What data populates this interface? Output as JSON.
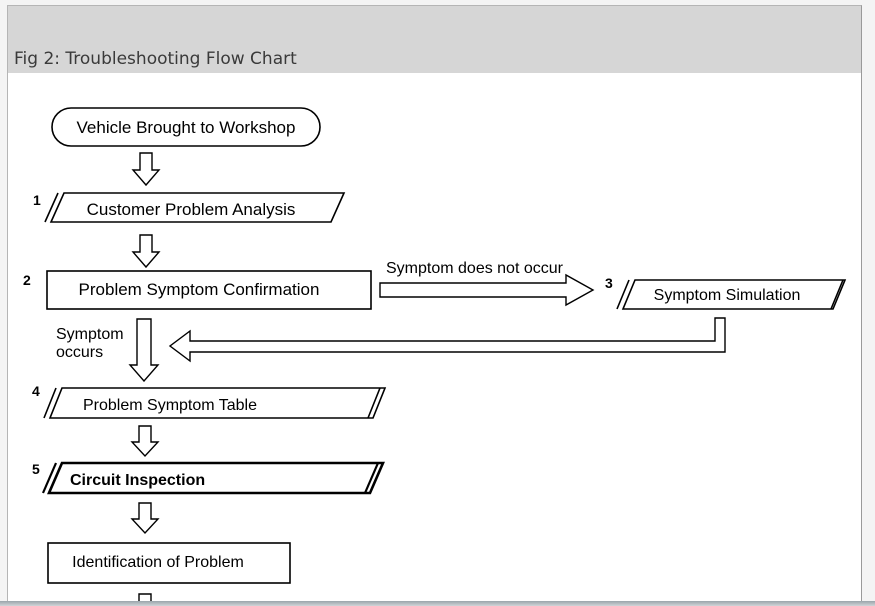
{
  "figure": {
    "caption": "Fig 2: Troubleshooting Flow Chart"
  },
  "flowchart": {
    "start": {
      "label": "Vehicle Brought to Workshop"
    },
    "steps": [
      {
        "number": "1",
        "label": "Customer Problem Analysis"
      },
      {
        "number": "2",
        "label": "Problem Symptom Confirmation"
      },
      {
        "number": "3",
        "label": "Symptom Simulation"
      },
      {
        "number": "4",
        "label": "Problem Symptom Table"
      },
      {
        "number": "5",
        "label": "Circuit Inspection"
      }
    ],
    "identification": {
      "label": "Identification of Problem"
    },
    "edges": {
      "not_occur": "Symptom does not occur",
      "occurs_line1": "Symptom",
      "occurs_line2": "occurs"
    }
  }
}
